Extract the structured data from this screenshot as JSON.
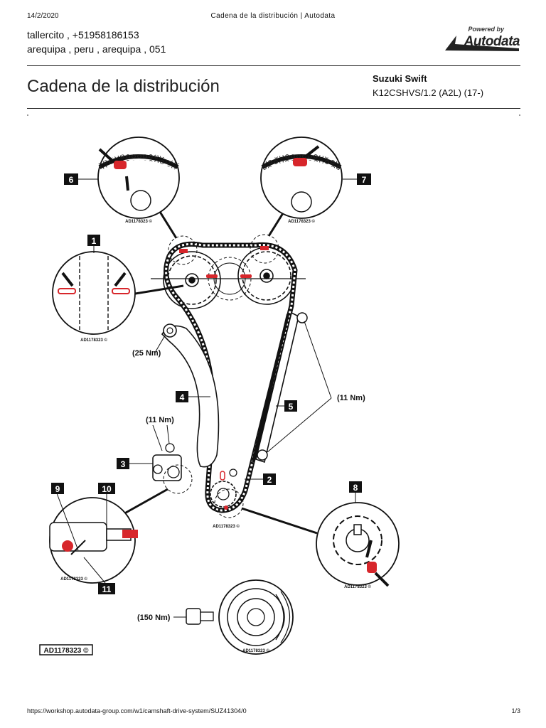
{
  "header": {
    "date": "14/2/2020",
    "title": "Cadena de la distribución | Autodata"
  },
  "user": {
    "name_line": "tallercito , +51958186153",
    "location_line": "arequipa , peru , arequipa , 051"
  },
  "logo": {
    "powered": "Powered by",
    "brand": "Autodata"
  },
  "document": {
    "title": "Cadena de la distribución",
    "vehicle_model": "Suzuki Swift",
    "vehicle_engine": "K12CSHVS/1.2 (A2L) (17-)"
  },
  "diagram": {
    "callouts": [
      "1",
      "2",
      "3",
      "4",
      "5",
      "6",
      "7",
      "8",
      "9",
      "10",
      "11"
    ],
    "torques": {
      "tensioner_arm": "(25 Nm)",
      "tensioner": "(11 Nm)",
      "guide": "(11 Nm)",
      "crank_pulley": "(150 Nm)"
    },
    "ref_code": "AD1178323 ©",
    "main_ref": "AD1178323 ©"
  },
  "colors": {
    "marker_red": "#d7262b",
    "line_dark": "#111111"
  },
  "footer": {
    "url": "https://workshop.autodata-group.com/w1/camshaft-drive-system/SUZ41304/0",
    "page": "1/3"
  }
}
